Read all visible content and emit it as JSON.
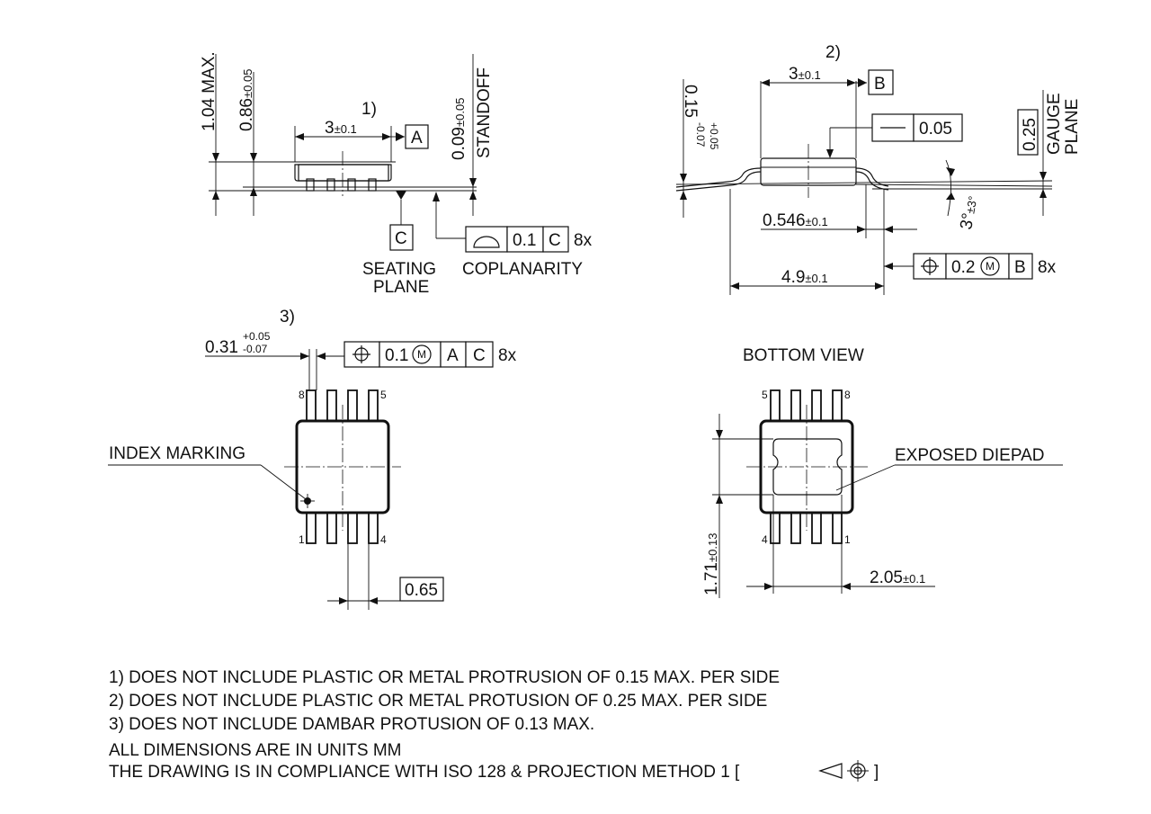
{
  "side_view_1": {
    "footnote_marker": "1)",
    "body_length": "3",
    "body_length_tol": "±0.1",
    "datum_a": "A",
    "overall_height": "1.04 MAX.",
    "body_height": "0.86",
    "body_height_tol": "±0.05",
    "standoff": "0.09",
    "standoff_tol": "±0.05",
    "standoff_label": "STANDOFF",
    "datum_c": "C",
    "seating_plane_line1": "SEATING",
    "seating_plane_line2": "PLANE",
    "coplanarity_value": "0.1",
    "coplanarity_ref": "C",
    "coplanarity_count": "8x",
    "coplanarity_label": "COPLANARITY"
  },
  "side_view_2": {
    "footnote_marker": "2)",
    "body_width": "3",
    "body_width_tol": "±0.1",
    "datum_b": "B",
    "lead_thickness": "0.15",
    "lead_thickness_tol_plus": "+0.05",
    "lead_thickness_tol_minus": "-0.07",
    "flatness_value": "0.05",
    "gauge_value": "0.25",
    "gauge_line1": "GAUGE",
    "gauge_line2": "PLANE",
    "lead_angle": "3°",
    "lead_angle_tol": "±3°",
    "foot_length": "0.546",
    "foot_length_tol": "±0.1",
    "overall_width": "4.9",
    "overall_width_tol": "±0.1",
    "position_value": "0.2",
    "position_modifier": "M",
    "position_ref": "B",
    "position_count": "8x"
  },
  "top_view": {
    "footnote_marker": "3)",
    "lead_width": "0.31",
    "lead_width_tol_plus": "+0.05",
    "lead_width_tol_minus": "-0.07",
    "position_value": "0.1",
    "position_modifier": "M",
    "ref_a": "A",
    "ref_c": "C",
    "count": "8x",
    "pin_8": "8",
    "pin_5": "5",
    "pin_1": "1",
    "pin_4": "4",
    "index_marking": "INDEX MARKING",
    "pitch": "0.65"
  },
  "bottom_view": {
    "title": "BOTTOM VIEW",
    "pin_5": "5",
    "pin_8": "8",
    "pin_4": "4",
    "pin_1": "1",
    "exposed_diepad": "EXPOSED DIEPAD",
    "pad_height": "1.71",
    "pad_height_tol": "±0.13",
    "pad_width": "2.05",
    "pad_width_tol": "±0.1"
  },
  "notes": [
    "1) DOES NOT INCLUDE PLASTIC OR METAL PROTRUSION OF 0.15 MAX. PER SIDE",
    "2) DOES NOT INCLUDE PLASTIC OR METAL PROTUSION OF 0.25 MAX. PER SIDE",
    "3) DOES NOT INCLUDE DAMBAR PROTUSION OF 0.13 MAX.",
    "ALL DIMENSIONS ARE IN UNITS MM"
  ],
  "compliance_note": "THE DRAWING IS IN COMPLIANCE WITH ISO 128 & PROJECTION METHOD 1 [",
  "compliance_close": "]"
}
